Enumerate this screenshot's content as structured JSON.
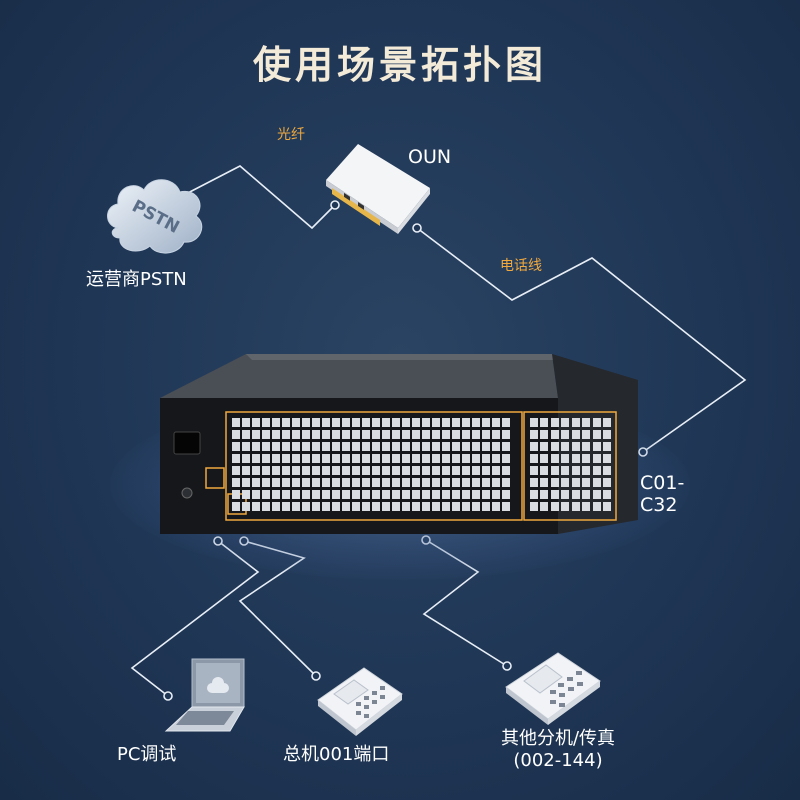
{
  "title": "使用场景拓扑图",
  "nodes": {
    "pstn_cloud_text": "PSTN",
    "pstn": "运营商PSTN",
    "fiber": "光纤",
    "oun": "OUN",
    "phone_line": "电话线",
    "port_range_1": "C01-",
    "port_range_2": "C32",
    "pc": "PC调试",
    "main_ext": "总机001端口",
    "other_ext": "其他分机/传真",
    "other_ext_range": "(002-144)"
  },
  "colors": {
    "background": "#1f3655",
    "accent_orange": "#f0a93e",
    "line": "#e8eef6"
  },
  "icons": [
    "pstn-cloud-icon",
    "onu-box-icon",
    "pbx-device-icon",
    "laptop-icon",
    "telephone-icon"
  ]
}
